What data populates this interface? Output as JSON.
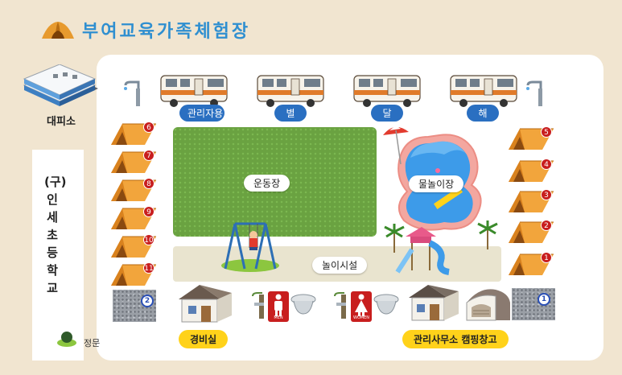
{
  "title": "부여교육가족체험장",
  "left": {
    "shelter": "대피소",
    "school": [
      "(구)",
      "인",
      "세",
      "초",
      "등",
      "학",
      "교"
    ]
  },
  "main": {
    "field": "운동장",
    "pool": "물놀이장",
    "play": "놀이시설",
    "rvs": [
      "관리자용",
      "별",
      "달",
      "해"
    ],
    "tents_left": [
      "6",
      "7",
      "8",
      "9",
      "10",
      "11"
    ],
    "tents_right": [
      "5",
      "4",
      "3",
      "2",
      "1"
    ],
    "stones": [
      "2",
      "1"
    ],
    "guard": "경비실",
    "office": "관리사무소  캠핑창고",
    "men": "MEN",
    "women": "WOMEN",
    "gate": "정문"
  },
  "colors": {
    "title": "#2f8fd0",
    "tent": "#f0a03a",
    "badge": "#c81e1e",
    "rv_label": "#2a6fc1",
    "pill": "#ffd21a"
  }
}
